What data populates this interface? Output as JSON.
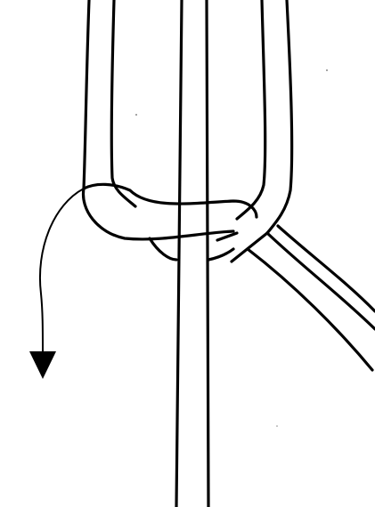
{
  "diagram": {
    "background_color": "#ffffff",
    "line_color": "#000000",
    "elements": [
      "vertical-standing-cord",
      "folded-loop-cord",
      "wrapping-crossing-cord",
      "working-end-tail",
      "direction-arrow"
    ],
    "arrow_icon": "arrow-down-icon"
  }
}
